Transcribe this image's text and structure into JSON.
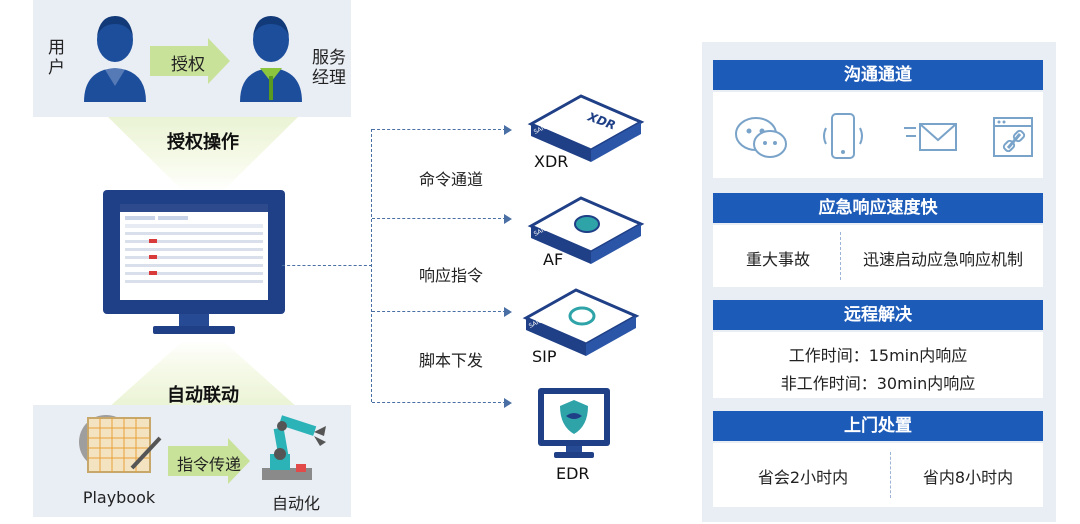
{
  "left": {
    "user_label": "用户",
    "manager_label": "服务经理",
    "grant_label": "授权",
    "auth_op_title": "授权操作",
    "auto_link_title": "自动联动",
    "playbook_label": "Playbook",
    "instruction_label": "指令传递",
    "automation_label": "自动化"
  },
  "connectors": {
    "cmd_channel": "命令通道",
    "response_cmd": "响应指令",
    "script_dispatch": "脚本下发"
  },
  "devices": {
    "xdr_label": "XDR",
    "xdr_face": "XDR",
    "af_label": "AF",
    "sip_label": "SIP",
    "edr_label": "EDR",
    "brand": "SANGFOR"
  },
  "right": {
    "s1_title": "沟通通道",
    "s1_icons": [
      "wechat-icon",
      "phone-icon",
      "email-icon",
      "web-link-icon"
    ],
    "s2_title": "应急响应速度快",
    "s2_left": "重大事故",
    "s2_right": "迅速启动应急响应机制",
    "s3_title": "远程解决",
    "s3_line1": "工作时间：15min内响应",
    "s3_line2": "非工作时间：30min内响应",
    "s4_title": "上门处置",
    "s4_left": "省会2小时内",
    "s4_right": "省内8小时内"
  },
  "colors": {
    "header_blue": "#1d5bb9",
    "panel_gray": "#e9edf4",
    "arrow_green": "#c9e29a",
    "dash_blue": "#4a6fa5"
  }
}
